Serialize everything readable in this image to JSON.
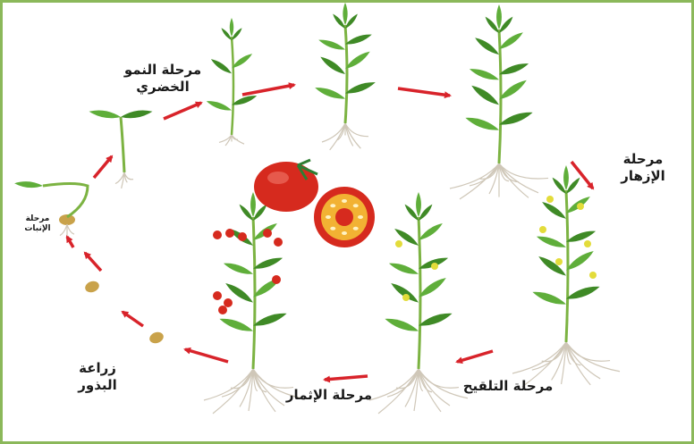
{
  "labels": {
    "vegetative_1": "مرحلة النمو",
    "vegetative_2": "الخضري",
    "flowering_1": "مرحلة",
    "flowering_2": "الإزهار",
    "germination_1": "مرحلة",
    "germination_2": "الإنبات",
    "sowing_1": "زراعة",
    "sowing_2": "البذور",
    "fruiting": "مرحلة الإثمار",
    "pollination": "مرحلة التلقيح"
  },
  "colors": {
    "frame": "#8bb85a",
    "leaf": "#5fae3a",
    "leaf_dark": "#3f8a26",
    "stem": "#7cb342",
    "root": "#cfc7b8",
    "arrow": "#d8232a",
    "tomato": "#d62a1e",
    "seed": "#c9a24a",
    "flower": "#e3dc3a"
  }
}
